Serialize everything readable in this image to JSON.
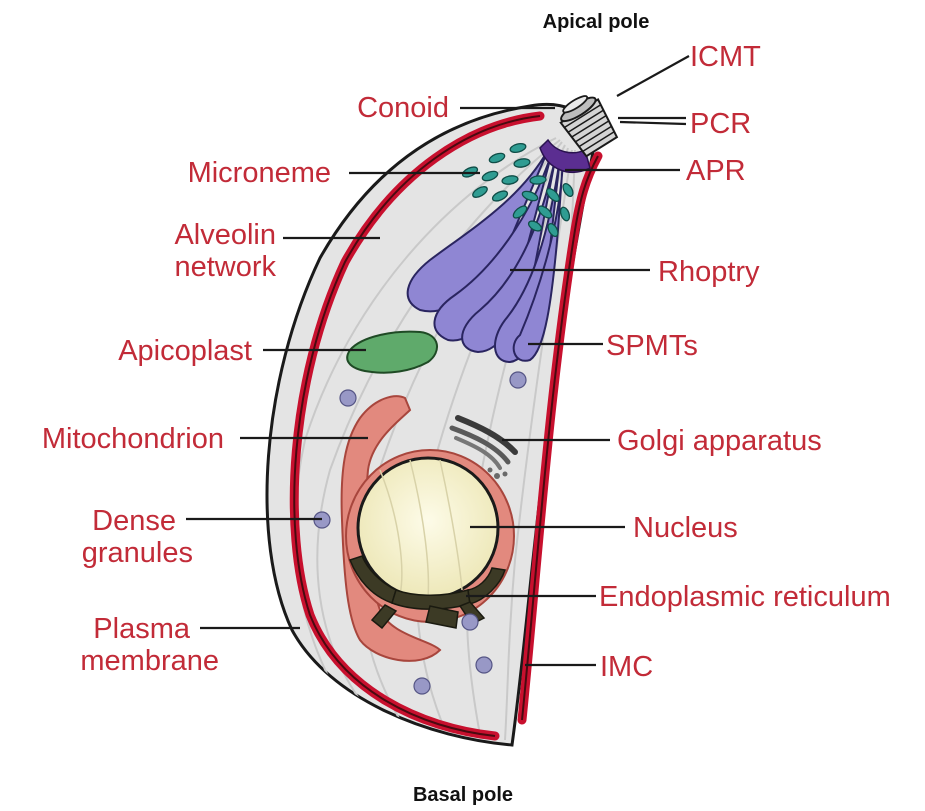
{
  "poles": {
    "apical": "Apical pole",
    "basal": "Basal pole"
  },
  "labels": {
    "icmt": "ICMT",
    "conoid": "Conoid",
    "pcr": "PCR",
    "microneme": "Microneme",
    "apr": "APR",
    "alveolin_line1": "Alveolin",
    "alveolin_line2": "network",
    "rhoptry": "Rhoptry",
    "apicoplast": "Apicoplast",
    "spmts": "SPMTs",
    "mitochondrion": "Mitochondrion",
    "golgi": "Golgi apparatus",
    "dense_line1": "Dense",
    "dense_line2": "granules",
    "nucleus": "Nucleus",
    "er": "Endoplasmic reticulum",
    "plasma_line1": "Plasma",
    "plasma_line2": "membrane",
    "imc": "IMC"
  },
  "colors": {
    "label_text": "#c22b38",
    "membrane_red": "#c8102e",
    "cytoplasm": "#e4e4e4",
    "rhoptry": "#8f86d3",
    "microneme": "#2f9c92",
    "apicoplast": "#5faa6b",
    "mitochondrion": "#e2897e",
    "nucleus": "#f9f6d9",
    "er": "#3c3a25",
    "dense_granule": "#9898c6",
    "apr": "#5b2e91",
    "conoid": "#d4d4d4"
  }
}
